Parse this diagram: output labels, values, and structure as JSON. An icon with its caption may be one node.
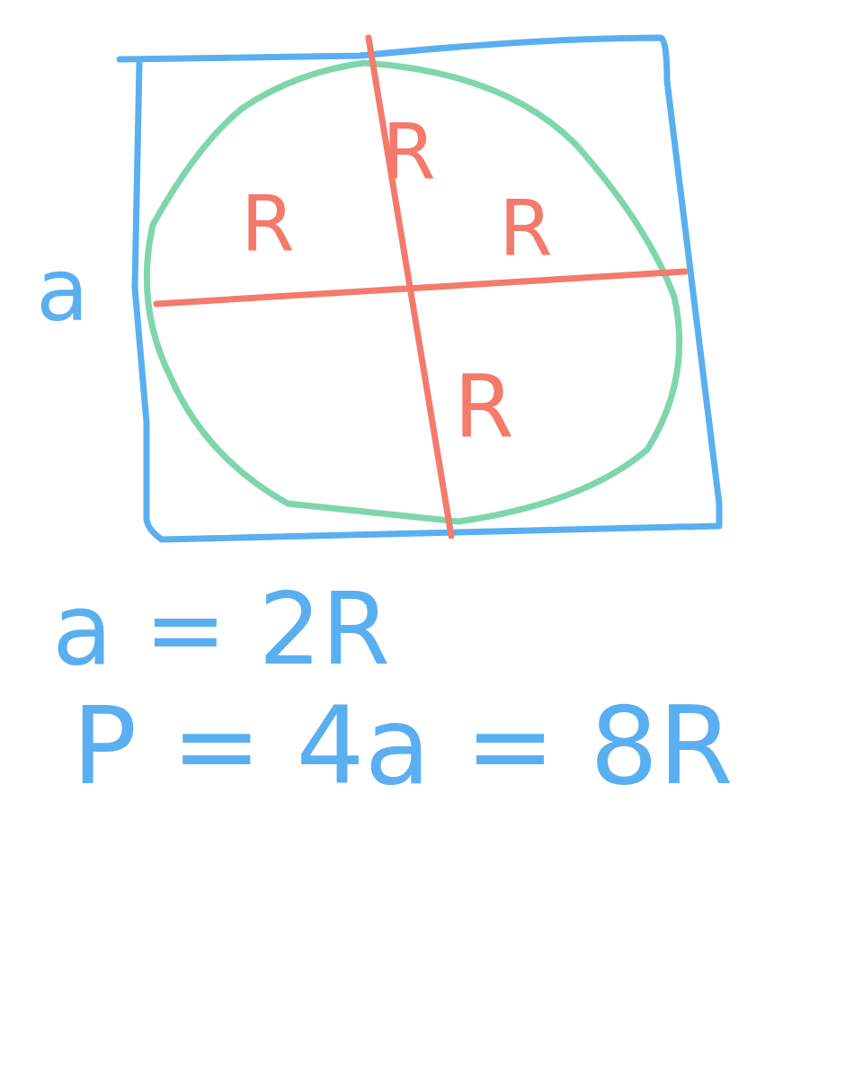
{
  "diagram": {
    "labels": [
      "R",
      "R",
      "R",
      "a",
      "R",
      "a = 2R",
      "P = 4a = 8R"
    ]
  }
}
